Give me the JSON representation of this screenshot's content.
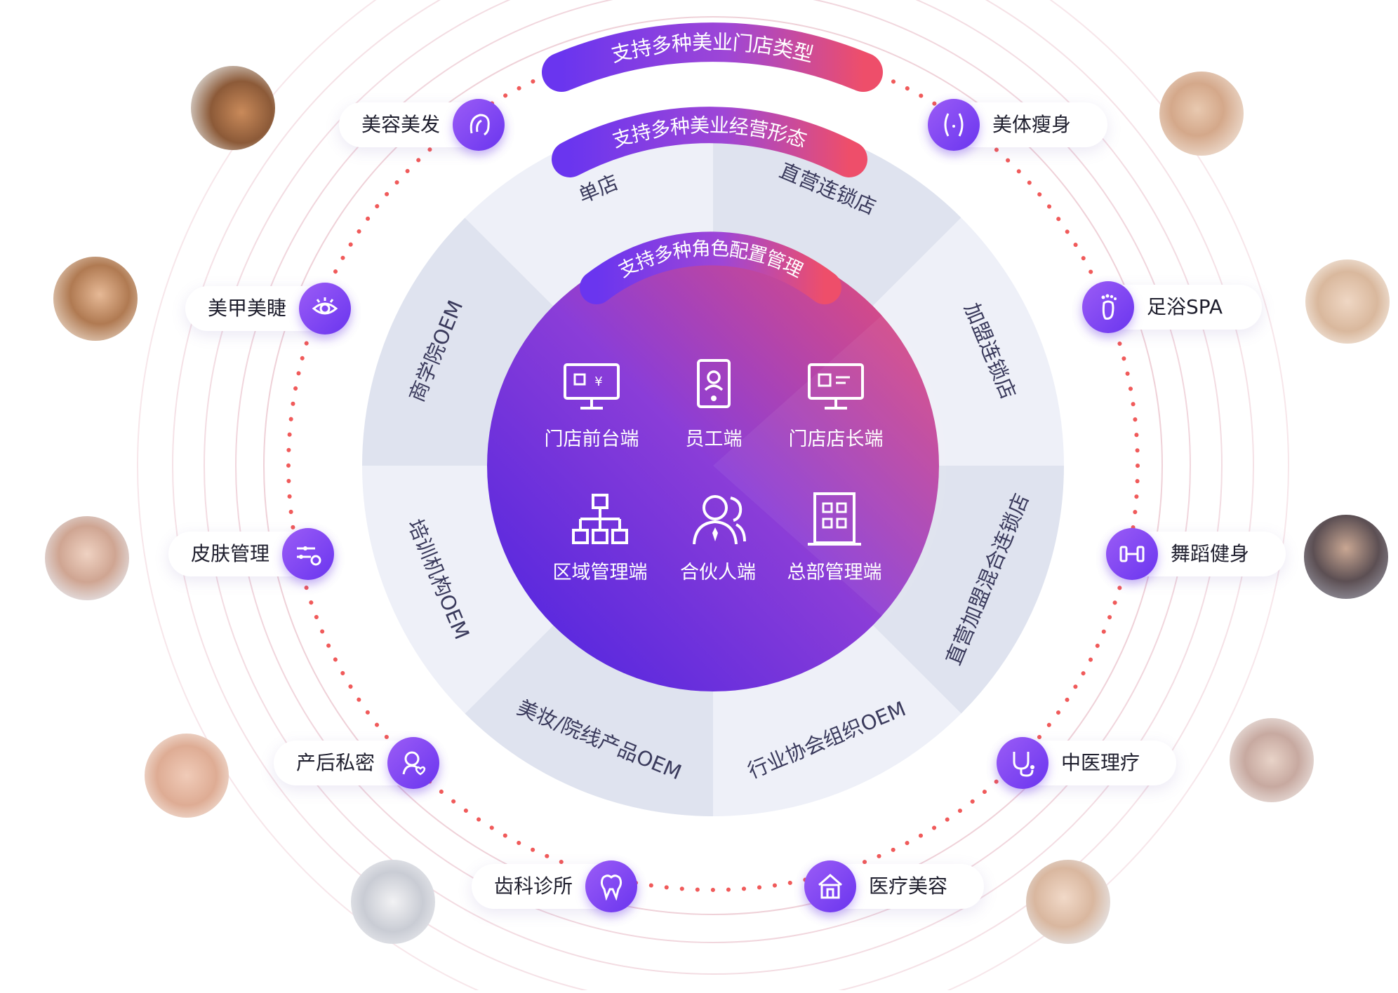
{
  "headers": {
    "outer": "支持多种美业门店类型",
    "middle": "支持多种美业经营形态",
    "inner": "支持多种角色配置管理"
  },
  "business_forms": [
    "单店",
    "直营连锁店",
    "加盟连锁店",
    "直营加盟混合连锁店",
    "行业协会组织OEM",
    "美妆/院线产品OEM",
    "培训机构OEM",
    "商学院OEM"
  ],
  "roles": [
    {
      "label": "门店前台端",
      "icon": "pos-terminal-icon"
    },
    {
      "label": "员工端",
      "icon": "staff-badge-icon"
    },
    {
      "label": "门店店长端",
      "icon": "monitor-icon"
    },
    {
      "label": "区域管理端",
      "icon": "org-chart-icon"
    },
    {
      "label": "合伙人端",
      "icon": "partners-icon"
    },
    {
      "label": "总部管理端",
      "icon": "building-icon"
    }
  ],
  "store_types": [
    {
      "label": "美容美发",
      "icon": "hair-icon",
      "photo": "hair-salon-photo"
    },
    {
      "label": "美体瘦身",
      "icon": "body-shape-icon",
      "photo": "waist-measure-photo"
    },
    {
      "label": "美甲美睫",
      "icon": "eye-icon",
      "photo": "nail-art-photo"
    },
    {
      "label": "足浴SPA",
      "icon": "foot-icon",
      "photo": "spa-stones-photo"
    },
    {
      "label": "皮肤管理",
      "icon": "skin-settings-icon",
      "photo": "facial-care-photo"
    },
    {
      "label": "舞蹈健身",
      "icon": "dumbbell-icon",
      "photo": "fitness-photo"
    },
    {
      "label": "产后私密",
      "icon": "mother-care-icon",
      "photo": "maternity-photo"
    },
    {
      "label": "中医理疗",
      "icon": "stethoscope-icon",
      "photo": "cupping-photo"
    },
    {
      "label": "齿科诊所",
      "icon": "tooth-icon",
      "photo": "dental-chair-photo"
    },
    {
      "label": "医疗美容",
      "icon": "clinic-icon",
      "photo": "medical-beauty-photo"
    }
  ],
  "colors": {
    "accent_purple": "#6a35ef",
    "accent_pink": "#e84a6e",
    "ring_light": "#eef0f8",
    "ring_dark": "#dfe3ef",
    "dot_orbit": "#f05a5a"
  }
}
